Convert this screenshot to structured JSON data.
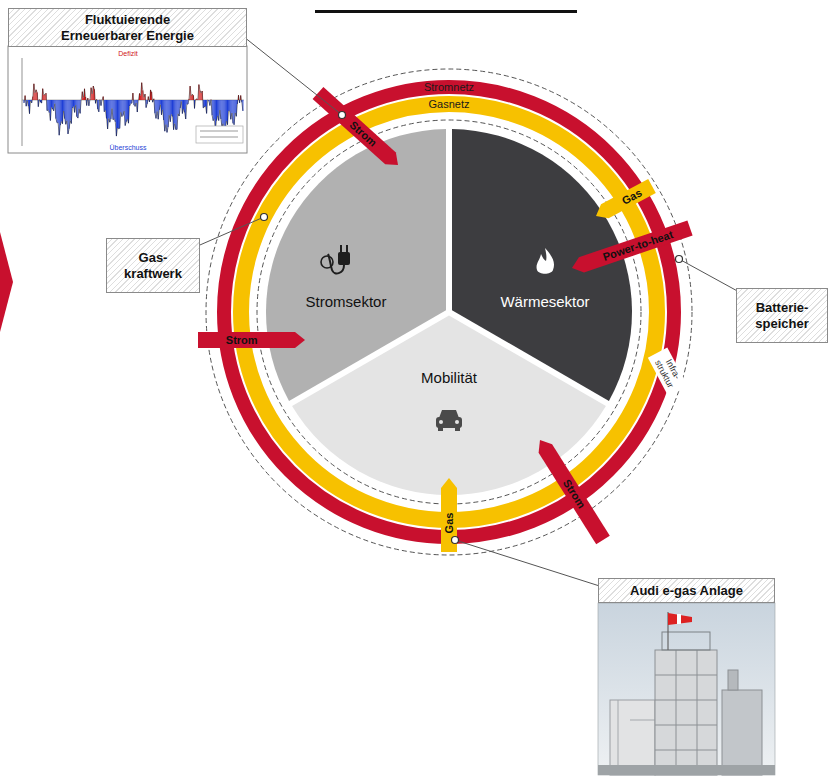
{
  "diagram": {
    "nodes": [
      {
        "text": [
          "Fluktuierende Erneuerbarer Energie"
        ]
      },
      {
        "text": [
          "Stromnetz"
        ]
      },
      {
        "text": [
          "Gasnetz"
        ]
      },
      {
        "text": [
          "Gas- kraftwerk"
        ]
      },
      {
        "text": [
          "Stromsektor"
        ]
      },
      {
        "text": [
          "Wärmesektor"
        ]
      },
      {
        "text": [
          "Batterie- speicher"
        ]
      },
      {
        "text": [
          "Mobilität"
        ]
      },
      {
        "text": [
          "Audi e-gas Anlage"
        ]
      }
    ],
    "edges": [
      {
        "from": 1,
        "to": 4,
        "arrow": "to",
        "label": "Strom"
      },
      {
        "from": 1,
        "to": 4,
        "arrow": "to",
        "label": "Strom"
      },
      {
        "from": 2,
        "to": 5,
        "arrow": "to",
        "label": "Gas"
      },
      {
        "from": 1,
        "to": 5,
        "arrow": "to",
        "label": "Power-to-heat"
      },
      {
        "from": 2,
        "to": 7,
        "arrow": "to",
        "label": "Gas"
      },
      {
        "from": 1,
        "to": 7,
        "arrow": "to",
        "label": "Strom"
      },
      {
        "from": 0,
        "to": 1,
        "arrow": "none"
      },
      {
        "from": 3,
        "to": 2,
        "arrow": "none"
      },
      {
        "from": 6,
        "to": 1,
        "arrow": "none"
      },
      {
        "from": 8,
        "to": 1,
        "arrow": "none"
      }
    ],
    "labels": [
      "Defizit",
      "Überschuss",
      "Infra- struktur"
    ]
  }
}
